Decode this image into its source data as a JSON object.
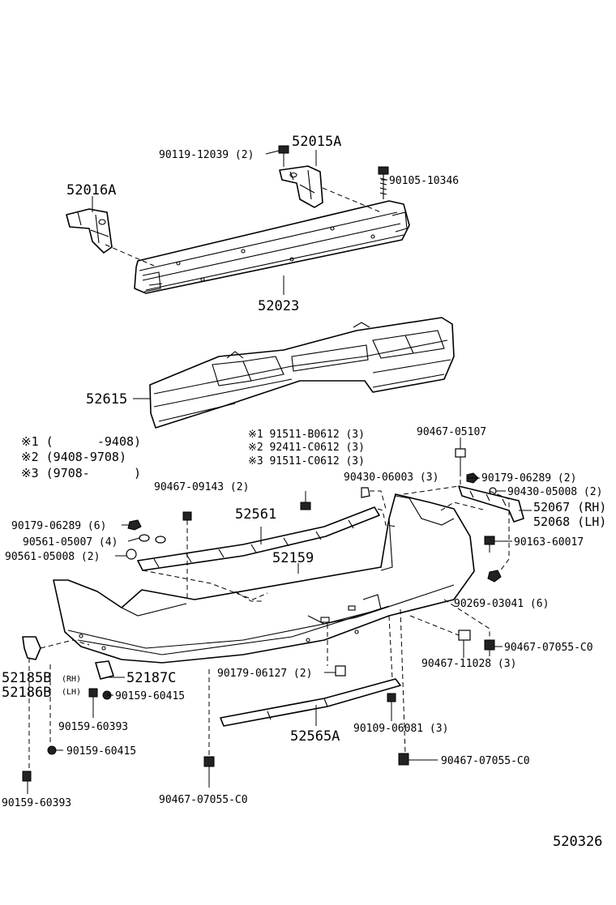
{
  "labels": {
    "p_90119_12039": "90119-12039 (2)",
    "p_52015A": "52015A",
    "p_90105_10346": "90105-10346",
    "p_52016A": "52016A",
    "p_52023": "52023",
    "p_52615": "52615",
    "p_90467_05107": "90467-05107",
    "note1_code": "※1 91511-B0612 (3)",
    "note2_code": "※2 92411-C0612 (3)",
    "note3_code": "※3 91511-C0612 (3)",
    "note1_range": "※1 (      -9408)",
    "note2_range": "※2 (9408-9708)",
    "note3_range": "※3 (9708-      )",
    "p_90430_06003": "90430-06003 (3)",
    "p_90179_06289_2": "90179-06289 (2)",
    "p_90430_05008": "90430-05008 (2)",
    "p_90467_09143": "90467-09143 (2)",
    "p_52561": "52561",
    "p_52067": "52067 (RH)",
    "p_52068": "52068 (LH)",
    "p_90179_06289_6": "90179-06289 (6)",
    "p_90561_05007": "90561-05007 (4)",
    "p_90561_05008": "90561-05008 (2)",
    "p_52159": "52159",
    "p_90163_60017": "90163-60017",
    "p_90269_03041": "90269-03041 (6)",
    "p_52185B": "52185B",
    "p_rh": "(RH)",
    "p_52186B": "52186B",
    "p_lh": "(LH)",
    "p_52187C": "52187C",
    "p_90179_06127": "90179-06127 (2)",
    "p_90467_07055_r": "90467-07055-C0",
    "p_90467_11028": "90467-11028 (3)",
    "p_90159_60415_a": "90159-60415",
    "p_90159_60393_a": "90159-60393",
    "p_90159_60415_b": "90159-60415",
    "p_52565A": "52565A",
    "p_90109_06081": "90109-06081 (3)",
    "p_90467_07055_b": "90467-07055-C0",
    "p_90159_60393_b": "90159-60393",
    "p_90467_07055_c": "90467-07055-C0",
    "diagram_code": "520326"
  }
}
